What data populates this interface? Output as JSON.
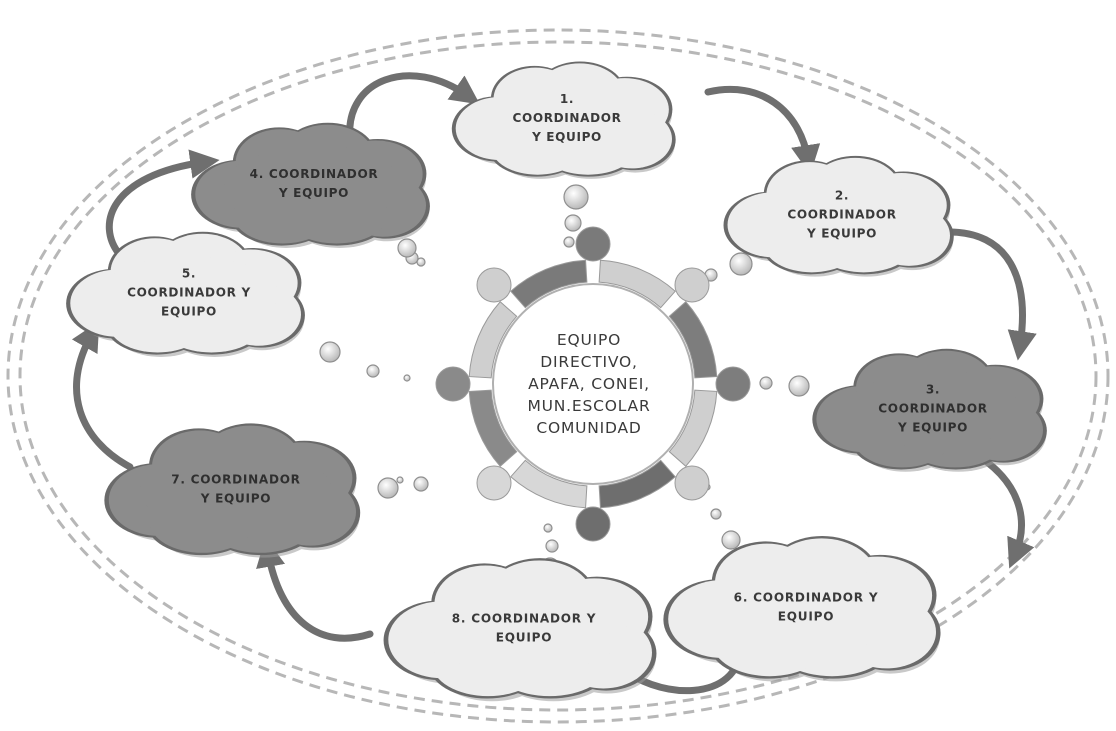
{
  "center": {
    "lines": [
      "EQUIPO",
      "DIRECTIVO,",
      "APAFA, CONEI,",
      "MUN.ESCOLAR",
      "COMUNIDAD"
    ]
  },
  "clouds": [
    {
      "id": "1",
      "lines": [
        "1.",
        "COORDINADOR",
        "Y EQUIPO"
      ],
      "tone": "light"
    },
    {
      "id": "2",
      "lines": [
        "2.",
        "COORDINADOR",
        "Y EQUIPO"
      ],
      "tone": "light"
    },
    {
      "id": "3",
      "lines": [
        "3.",
        "COORDINADOR",
        "Y EQUIPO"
      ],
      "tone": "dark"
    },
    {
      "id": "4",
      "lines": [
        "4. COORDINADOR",
        "Y EQUIPO"
      ],
      "tone": "dark"
    },
    {
      "id": "5",
      "lines": [
        "5.",
        "COORDINADOR Y",
        "EQUIPO"
      ],
      "tone": "light"
    },
    {
      "id": "6",
      "lines": [
        "6. COORDINADOR Y",
        "EQUIPO"
      ],
      "tone": "light"
    },
    {
      "id": "7",
      "lines": [
        "7. COORDINADOR",
        "Y EQUIPO"
      ],
      "tone": "dark"
    },
    {
      "id": "8",
      "lines": [
        "8. COORDINADOR Y",
        "EQUIPO"
      ],
      "tone": "light"
    }
  ],
  "colors": {
    "cloud_light": "#ededed",
    "cloud_dark": "#8c8c8c",
    "outline": "#6a6a6a",
    "arrow": "#6f6f6f",
    "text": "#3a3a3a",
    "ring": "#c9c9c9",
    "dashed_border": "#b7b7b7"
  }
}
